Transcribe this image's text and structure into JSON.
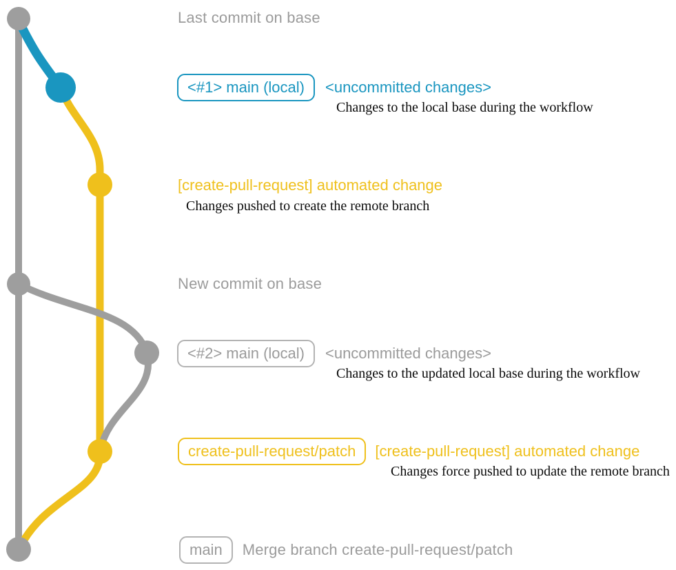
{
  "diagram_title": "create-pull-request git workflow graph",
  "colors": {
    "base_gray": "#9e9e9e",
    "local_blue": "#1a96c0",
    "branch_yellow": "#efc01c",
    "label_gray": "#9b9b9b",
    "description_black": "#0a0a0a"
  },
  "graph": {
    "nodes": [
      {
        "name": "last-commit-on-base",
        "color": "gray"
      },
      {
        "name": "local-uncommitted-1",
        "color": "blue"
      },
      {
        "name": "automated-change-commit-1",
        "color": "yellow"
      },
      {
        "name": "new-commit-on-base",
        "color": "gray"
      },
      {
        "name": "local-uncommitted-2",
        "color": "gray"
      },
      {
        "name": "automated-change-commit-2",
        "color": "yellow"
      },
      {
        "name": "merge-commit",
        "color": "gray"
      }
    ],
    "edges": [
      {
        "name": "base-trunk",
        "color": "gray"
      },
      {
        "name": "local-changes-edge",
        "color": "blue"
      },
      {
        "name": "pull-request-branch-edge",
        "color": "yellow"
      },
      {
        "name": "base-to-local-2-edge",
        "color": "gray"
      },
      {
        "name": "local-2-to-patch-edge",
        "color": "gray"
      },
      {
        "name": "merge-edge",
        "color": "yellow"
      }
    ]
  },
  "rows": {
    "last_commit": {
      "label": "Last commit on base"
    },
    "main_local_1": {
      "badge": "<#1> main (local)",
      "note": "<uncommitted changes>",
      "desc": "Changes to the local base during the workflow"
    },
    "automated_1": {
      "heading": "[create-pull-request] automated change",
      "desc": "Changes pushed to create the remote branch"
    },
    "new_commit": {
      "label": "New commit on base"
    },
    "main_local_2": {
      "badge": "<#2> main (local)",
      "note": "<uncommitted changes>",
      "desc": "Changes to the updated local base during the workflow"
    },
    "patch_branch": {
      "badge": "create-pull-request/patch",
      "heading": "[create-pull-request] automated change",
      "desc": "Changes force pushed to update the remote branch"
    },
    "merge": {
      "badge": "main",
      "label": "Merge branch create-pull-request/patch"
    }
  }
}
